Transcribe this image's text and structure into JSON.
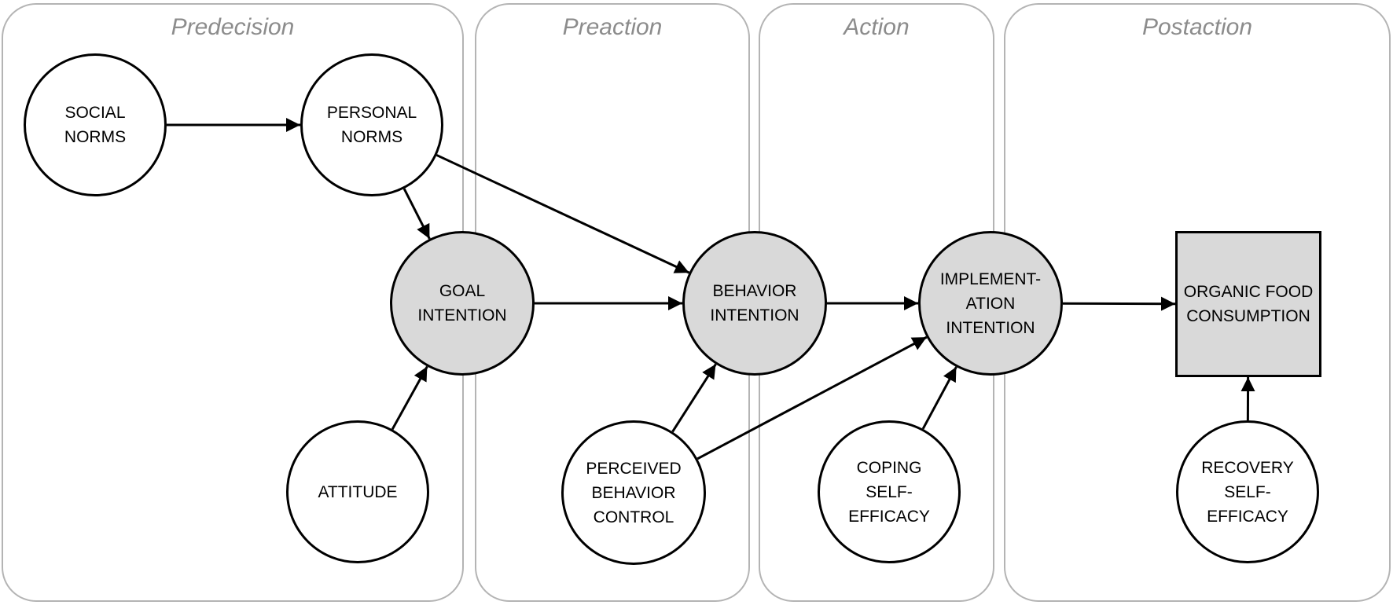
{
  "phases": {
    "predecision": "Predecision",
    "preaction": "Preaction",
    "action": "Action",
    "postaction": "Postaction"
  },
  "nodes": {
    "social_norms": "SOCIAL\nNORMS",
    "personal_norms": "PERSONAL\nNORMS",
    "goal_intention": "GOAL\nINTENTION",
    "attitude": "ATTITUDE",
    "behavior_intention": "BEHAVIOR\nINTENTION",
    "perceived_behavior_control": "PERCEIVED\nBEHAVIOR\nCONTROL",
    "implementation_intention": "IMPLEMENT-\nATION\nINTENTION",
    "coping_self_efficacy": "COPING\nSELF-\nEFFICACY",
    "organic_food_consumption": "ORGANIC FOOD\nCONSUMPTION",
    "recovery_self_efficacy": "RECOVERY\nSELF-\nEFFICACY"
  },
  "colors": {
    "node_fill": "#ffffff",
    "key_node_fill": "#d9d9d9",
    "phase_border": "#b4b4b4",
    "phase_title": "#8c8c8c",
    "arrow": "#000000"
  },
  "edges": [
    {
      "from": "social_norms",
      "to": "personal_norms"
    },
    {
      "from": "personal_norms",
      "to": "goal_intention"
    },
    {
      "from": "personal_norms",
      "to": "behavior_intention"
    },
    {
      "from": "attitude",
      "to": "goal_intention"
    },
    {
      "from": "goal_intention",
      "to": "behavior_intention"
    },
    {
      "from": "perceived_behavior_control",
      "to": "behavior_intention"
    },
    {
      "from": "perceived_behavior_control",
      "to": "implementation_intention"
    },
    {
      "from": "behavior_intention",
      "to": "implementation_intention"
    },
    {
      "from": "coping_self_efficacy",
      "to": "implementation_intention"
    },
    {
      "from": "implementation_intention",
      "to": "organic_food_consumption"
    },
    {
      "from": "recovery_self_efficacy",
      "to": "organic_food_consumption"
    }
  ]
}
